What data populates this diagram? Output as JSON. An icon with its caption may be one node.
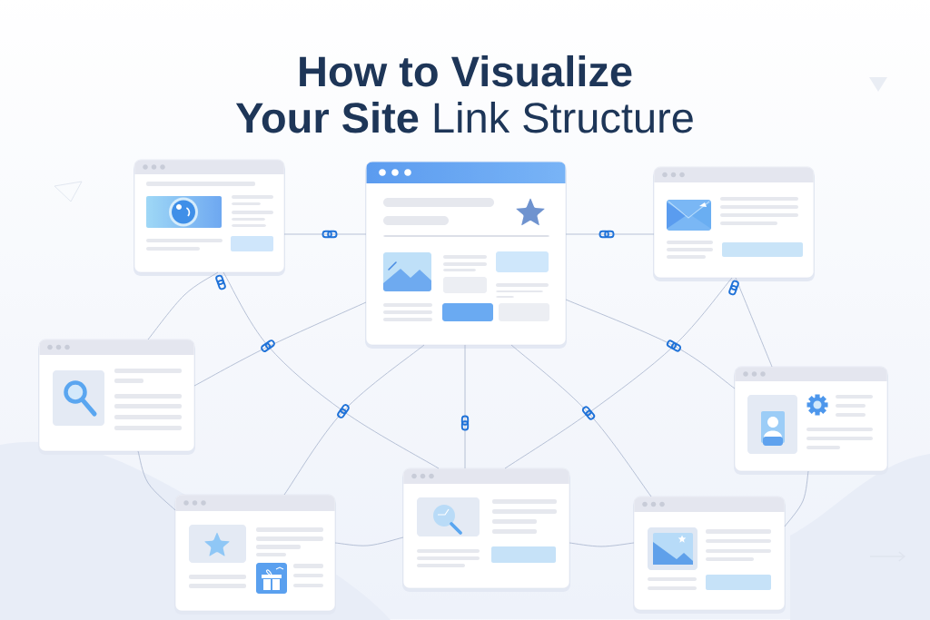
{
  "diagram": {
    "title": "**How to Visualize Your Site** Link Structure",
    "nodes": [
      {
        "text": [],
        "shape": "picture"
      },
      {
        "text": [],
        "shape": "picture"
      },
      {
        "text": [],
        "shape": "picture"
      },
      {
        "text": [],
        "shape": "picture"
      },
      {
        "text": [],
        "shape": "picture"
      },
      {
        "text": [],
        "shape": "picture"
      },
      {
        "text": [],
        "shape": "picture"
      },
      {
        "text": [],
        "shape": "picture"
      }
    ],
    "edges": [
      {
        "from": 0,
        "to": 1,
        "arrow": "none"
      },
      {
        "from": 1,
        "to": 2,
        "arrow": "none"
      },
      {
        "from": 0,
        "to": 3,
        "arrow": "none"
      },
      {
        "from": 0,
        "to": 6,
        "arrow": "none"
      },
      {
        "from": 1,
        "to": 3,
        "arrow": "none"
      },
      {
        "from": 1,
        "to": 5,
        "arrow": "none"
      },
      {
        "from": 1,
        "to": 4,
        "arrow": "none"
      },
      {
        "from": 1,
        "to": 6,
        "arrow": "none"
      },
      {
        "from": 1,
        "to": 7,
        "arrow": "none"
      },
      {
        "from": 2,
        "to": 4,
        "arrow": "none"
      },
      {
        "from": 2,
        "to": 6,
        "arrow": "none"
      },
      {
        "from": 3,
        "to": 5,
        "arrow": "none"
      },
      {
        "from": 5,
        "to": 6,
        "arrow": "none"
      },
      {
        "from": 6,
        "to": 7,
        "arrow": "none"
      },
      {
        "from": 4,
        "to": 7,
        "arrow": "none"
      }
    ]
  }
}
